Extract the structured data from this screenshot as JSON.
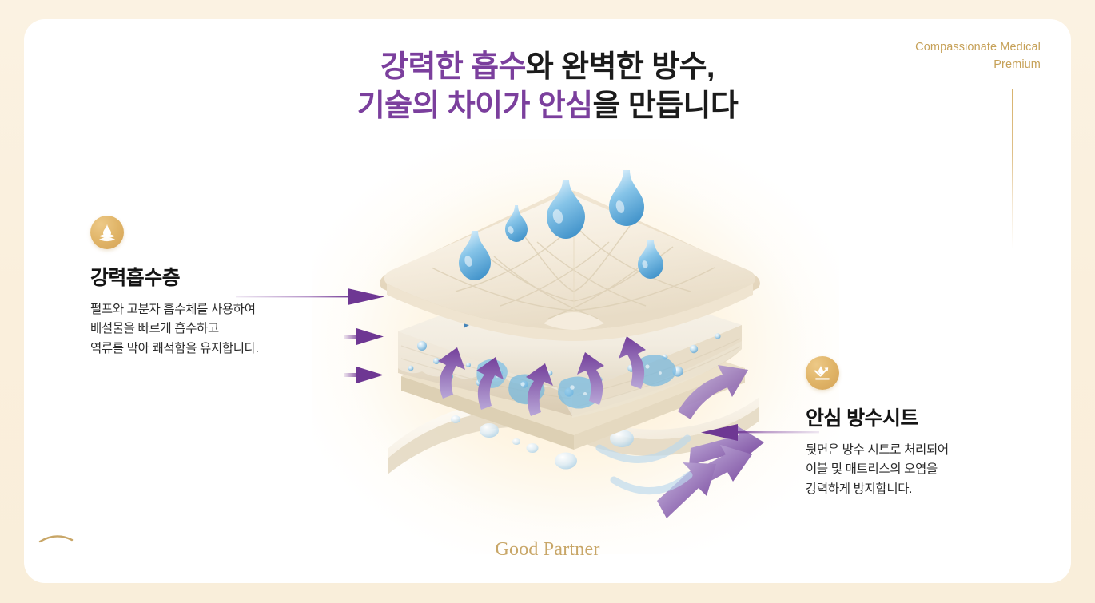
{
  "page": {
    "background_color": "#faf0dd",
    "card_color": "#ffffff",
    "accent_purple": "#7b3f9d",
    "accent_gold": "#c6a158",
    "water_blue": "#5fa8d8"
  },
  "headline": {
    "line1_accent": "강력한 흡수",
    "line1_plain": "와 완벽한 방수,",
    "line2_accent": "기술의 차이가 안심",
    "line2_plain": "을 만듭니다"
  },
  "brand_caption": {
    "line1": "Compassionate Medical",
    "line2": "Premium"
  },
  "features": [
    {
      "id": "absorbent-layer",
      "icon": "water-drop-layers-icon",
      "title": "강력흡수층",
      "body": "펄프와 고분자 흡수체를 사용하여\n배설물을 빠르게 흡수하고\n역류를 막아 쾌적함을 유지합니다."
    },
    {
      "id": "waterproof-sheet",
      "icon": "water-repellent-icon",
      "title": "안심 방수시트",
      "body": "뒷면은 방수 시트로 처리되어\n이블 및 매트리스의 오염을\n강력하게 방지합니다."
    }
  ],
  "illustration": {
    "alt": "absorbent underpad cross section with quilted top sheet, absorbent core and waterproof backing",
    "top_layer": "quilted-cover-sheet",
    "middle_layer": "absorbent-core",
    "bottom_layer": "waterproof-backing-sheet"
  },
  "logo": {
    "text": "Good Partner"
  }
}
